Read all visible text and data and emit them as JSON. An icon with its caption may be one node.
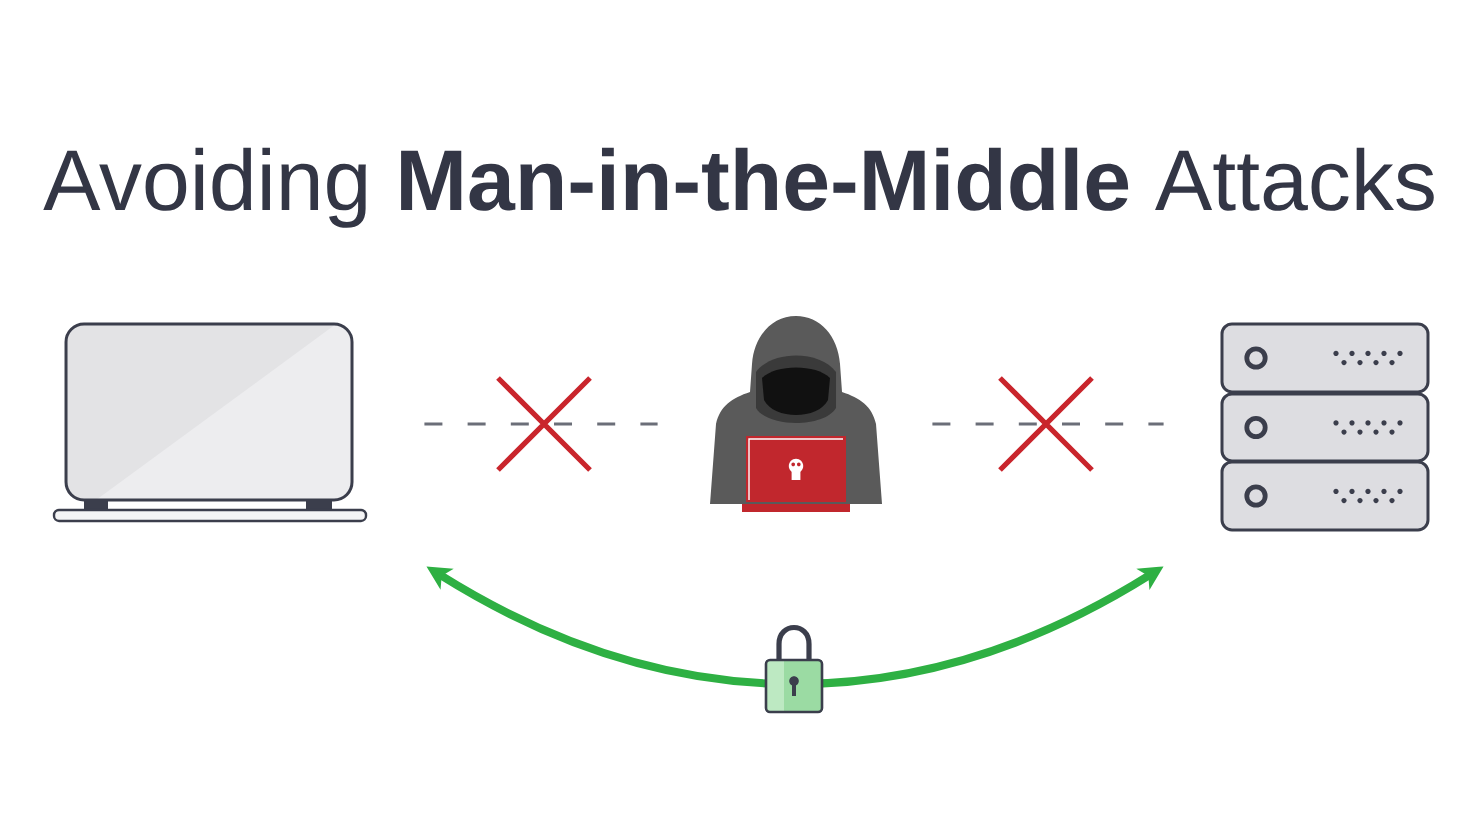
{
  "diagram": {
    "title": "Avoiding **Man-in-the-Middle** Attacks",
    "nodes": [
      {
        "text": [],
        "shape": "picture"
      },
      {
        "text": [],
        "shape": "person"
      },
      {
        "text": [],
        "shape": "picture"
      }
    ],
    "edges": [
      {
        "from": 0,
        "to": 1,
        "arrow": "none",
        "style": "dashed"
      },
      {
        "from": 1,
        "to": 2,
        "arrow": "none",
        "style": "dashed"
      },
      {
        "from": 0,
        "to": 2,
        "arrow": "both",
        "style": "thick",
        "color": "#2eb043"
      }
    ]
  }
}
